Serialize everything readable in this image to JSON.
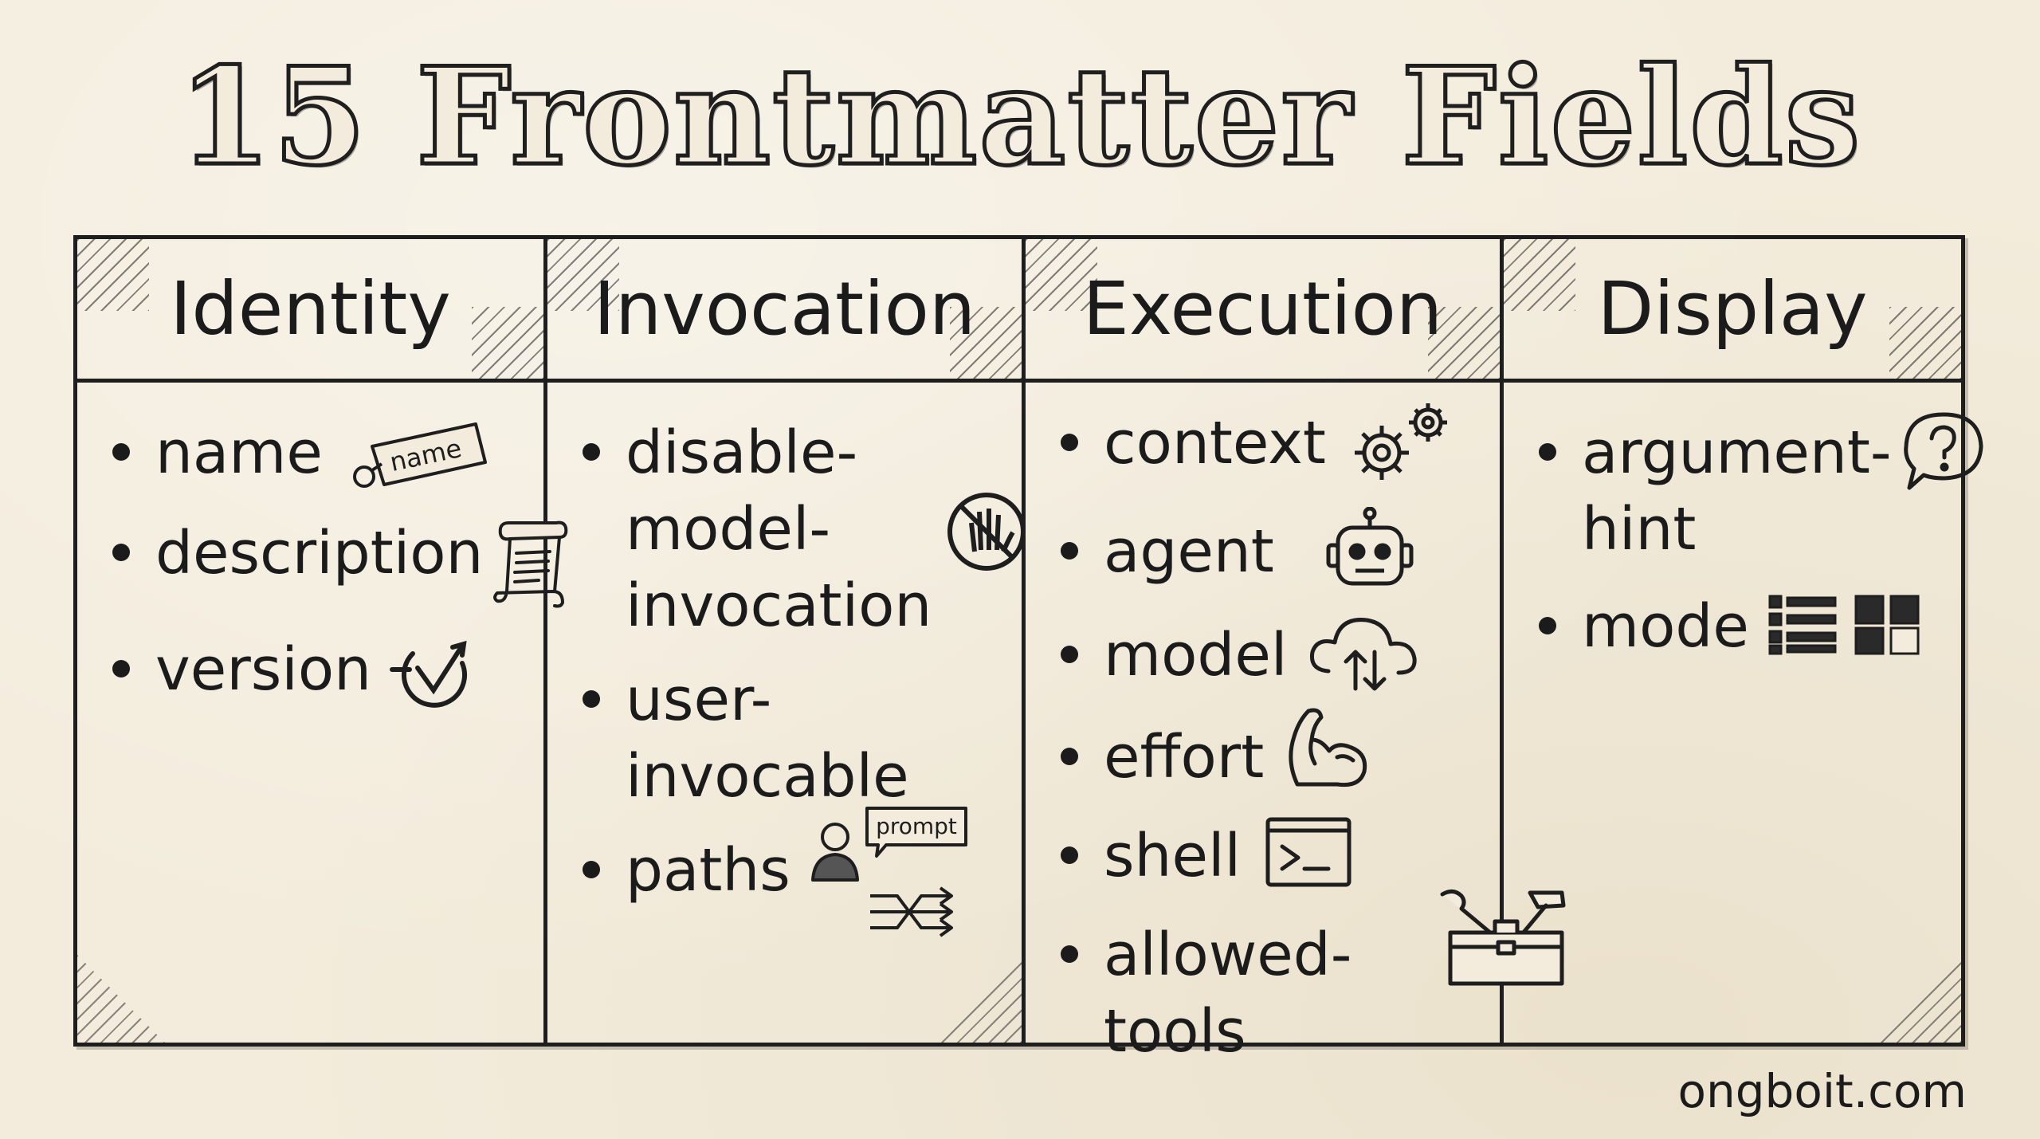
{
  "title": "15 Frontmatter Fields",
  "columns": [
    {
      "header": "Identity",
      "items": [
        {
          "label": "name",
          "icon": "name-tag-icon",
          "icon_text": "name"
        },
        {
          "label": "description",
          "icon": "scroll-icon"
        },
        {
          "label": "version",
          "icon": "version-check-icon"
        }
      ]
    },
    {
      "header": "Invocation",
      "items": [
        {
          "label": "disable-model-\ninvocation",
          "icon": "no-hand-icon"
        },
        {
          "label": "user-invocable",
          "icon": ""
        },
        {
          "label": "paths",
          "icon": "user-prompt-paths-icon",
          "icon_text": "prompt"
        }
      ]
    },
    {
      "header": "Execution",
      "items": [
        {
          "label": "context",
          "icon": "gears-icon"
        },
        {
          "label": "agent",
          "icon": "robot-icon"
        },
        {
          "label": "model",
          "icon": "cloud-sync-icon"
        },
        {
          "label": "effort",
          "icon": "flexed-arm-icon"
        },
        {
          "label": "shell",
          "icon": "terminal-icon"
        },
        {
          "label": "allowed-tools",
          "icon": "toolbox-icon"
        }
      ]
    },
    {
      "header": "Display",
      "items": [
        {
          "label": "argument-\nhint",
          "icon": "question-bubble-icon"
        },
        {
          "label": "mode",
          "icon": "list-grid-view-icon"
        }
      ]
    }
  ],
  "watermark": "ongboit.com"
}
